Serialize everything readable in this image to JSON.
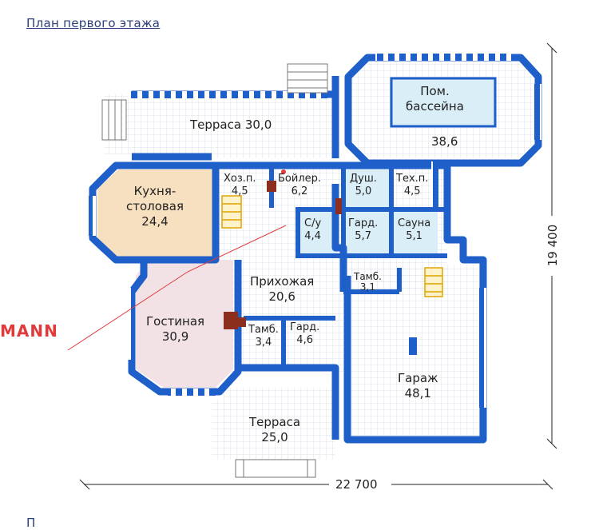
{
  "title": "План первого этажа",
  "brand": "MANN",
  "footer": "П",
  "dimensions": {
    "width": "22 700",
    "height": "19 400"
  },
  "rooms": {
    "terrace_top": {
      "name": "Терраса 30,0"
    },
    "pool": {
      "name_line1": "Пом.",
      "name_line2": "бассейна",
      "area": "38,6"
    },
    "kitchen": {
      "name_line1": "Кухня-",
      "name_line2": "столовая",
      "area": "24,4"
    },
    "storage": {
      "name": "Хоз.п.",
      "area": "4,5"
    },
    "boiler": {
      "name": "Бойлер.",
      "area": "6,2"
    },
    "shower": {
      "name": "Душ.",
      "area": "5,0"
    },
    "tech": {
      "name": "Тех.п.",
      "area": "4,5"
    },
    "wc": {
      "name": "С/у",
      "area": "4,4"
    },
    "wardrobe1": {
      "name": "Гард.",
      "area": "5,7"
    },
    "sauna": {
      "name": "Сауна",
      "area": "5,1"
    },
    "hall": {
      "name": "Прихожая",
      "area": "20,6"
    },
    "vestibule_small": {
      "name": "Тамб.",
      "area": "3,1"
    },
    "living": {
      "name": "Гостиная",
      "area": "30,9"
    },
    "vestibule": {
      "name": "Тамб.",
      "area": "3,4"
    },
    "wardrobe2": {
      "name": "Гард.",
      "area": "4,6"
    },
    "garage": {
      "name": "Гараж",
      "area": "48,1"
    },
    "terrace_bottom": {
      "name": "Терраса",
      "area": "25,0"
    }
  },
  "colors": {
    "wall": "#1f5fc9",
    "window": "#ffffff",
    "kitchen": "#f7e0bf",
    "living": "#f2e2e6",
    "wet": "#d9eef7",
    "grid": "#cfd6e3",
    "brand": "#e23a3a"
  }
}
